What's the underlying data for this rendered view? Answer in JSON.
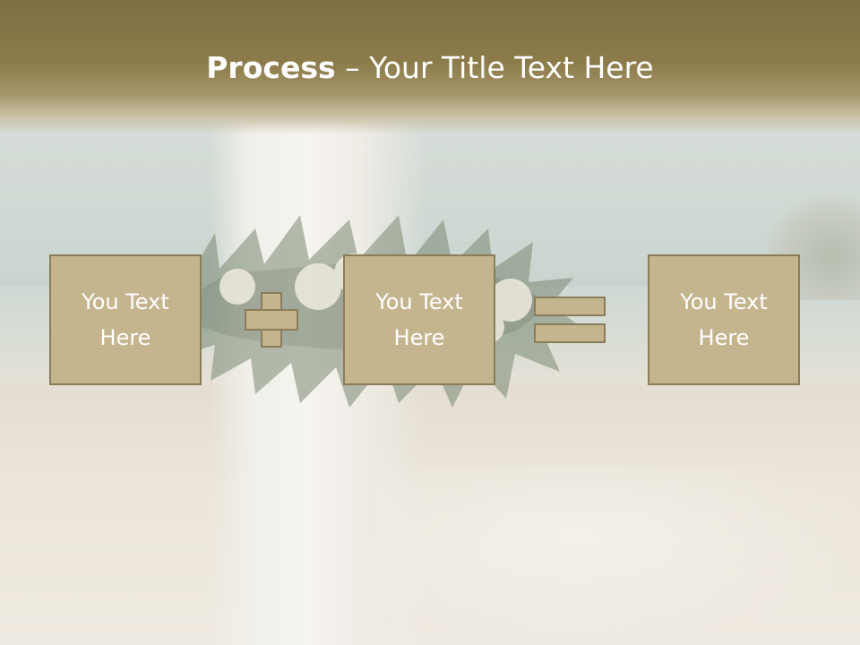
{
  "slide": {
    "title_bold": "Process",
    "title_separator": " – ",
    "title_rest": "Your Title Text Here"
  },
  "boxes": [
    {
      "label": "You Text\nHere"
    },
    {
      "label": "You Text\nHere"
    },
    {
      "label": "You Text\nHere"
    }
  ],
  "operators": [
    "plus-icon",
    "equals-icon"
  ],
  "colors": {
    "header": "#8c7b4a",
    "box_fill": "#c4b58f",
    "box_border": "#8b7d5a",
    "text": "#ffffff"
  }
}
